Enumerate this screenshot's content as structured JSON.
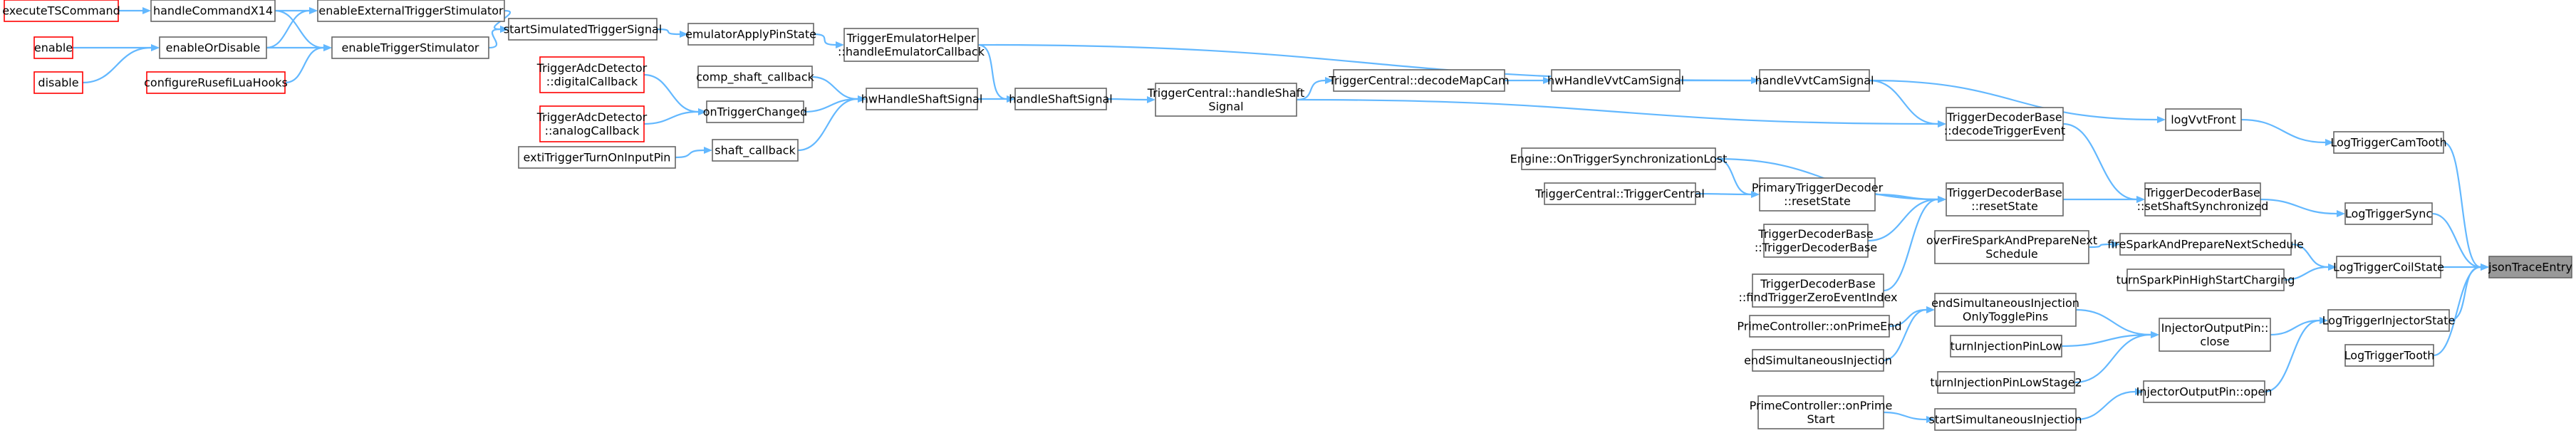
{
  "nodes": {
    "n_executeTSCommand": {
      "lines": [
        "executeTSCommand"
      ],
      "style": "red"
    },
    "n_enable": {
      "lines": [
        "enable"
      ],
      "style": "red"
    },
    "n_disable": {
      "lines": [
        "disable"
      ],
      "style": "red"
    },
    "n_handleCommandX14": {
      "lines": [
        "handleCommandX14"
      ],
      "style": "normal"
    },
    "n_enableOrDisable": {
      "lines": [
        "enableOrDisable"
      ],
      "style": "normal"
    },
    "n_configureRusefiLuaHooks": {
      "lines": [
        "configureRusefiLuaHooks"
      ],
      "style": "red"
    },
    "n_enableExternalTriggerStimulator": {
      "lines": [
        "enableExternalTriggerStimulator"
      ],
      "style": "normal"
    },
    "n_enableTriggerStimulator": {
      "lines": [
        "enableTriggerStimulator"
      ],
      "style": "normal"
    },
    "n_startSimulatedTriggerSignal": {
      "lines": [
        "startSimulatedTriggerSignal"
      ],
      "style": "normal"
    },
    "n_emulatorApplyPinState": {
      "lines": [
        "emulatorApplyPinState"
      ],
      "style": "normal"
    },
    "n_TriggerEmulatorHelper": {
      "lines": [
        "TriggerEmulatorHelper",
        "::handleEmulatorCallback"
      ],
      "style": "normal"
    },
    "n_TriggerAdcDetectorDigital": {
      "lines": [
        "TriggerAdcDetector",
        "::digitalCallback"
      ],
      "style": "red"
    },
    "n_TriggerAdcDetectorAnalog": {
      "lines": [
        "TriggerAdcDetector",
        "::analogCallback"
      ],
      "style": "red"
    },
    "n_comp_shaft_callback": {
      "lines": [
        "comp_shaft_callback"
      ],
      "style": "normal"
    },
    "n_onTriggerChanged": {
      "lines": [
        "onTriggerChanged"
      ],
      "style": "normal"
    },
    "n_extiTriggerTurnOnInputPin": {
      "lines": [
        "extiTriggerTurnOnInputPin"
      ],
      "style": "normal"
    },
    "n_shaft_callback": {
      "lines": [
        "shaft_callback"
      ],
      "style": "normal"
    },
    "n_hwHandleShaftSignal": {
      "lines": [
        "hwHandleShaftSignal"
      ],
      "style": "normal"
    },
    "n_handleShaftSignal": {
      "lines": [
        "handleShaftSignal"
      ],
      "style": "normal"
    },
    "n_TriggerCentralHandleShaft": {
      "lines": [
        "TriggerCentral::handleShaft",
        "Signal"
      ],
      "style": "normal"
    },
    "n_TriggerCentralDecodeMapCam": {
      "lines": [
        "TriggerCentral::decodeMapCam"
      ],
      "style": "normal"
    },
    "n_hwHandleVvtCamSignal": {
      "lines": [
        "hwHandleVvtCamSignal"
      ],
      "style": "normal"
    },
    "n_handleVvtCamSignal": {
      "lines": [
        "handleVvtCamSignal"
      ],
      "style": "normal"
    },
    "n_TriggerDecoderBaseDecode": {
      "lines": [
        "TriggerDecoderBase",
        "::decodeTriggerEvent"
      ],
      "style": "normal"
    },
    "n_EngineOnTriggerSync": {
      "lines": [
        "Engine::OnTriggerSynchronizationLost"
      ],
      "style": "normal"
    },
    "n_TriggerCentralTriggerCentral": {
      "lines": [
        "TriggerCentral::TriggerCentral"
      ],
      "style": "normal"
    },
    "n_PrimaryTriggerDecoderReset": {
      "lines": [
        "PrimaryTriggerDecoder",
        "::resetState"
      ],
      "style": "normal"
    },
    "n_TriggerDecoderBaseCtor": {
      "lines": [
        "TriggerDecoderBase",
        "::TriggerDecoderBase"
      ],
      "style": "normal"
    },
    "n_TriggerDecoderBaseFindZero": {
      "lines": [
        "TriggerDecoderBase",
        "::findTriggerZeroEventIndex"
      ],
      "style": "normal"
    },
    "n_TriggerDecoderBaseResetState": {
      "lines": [
        "TriggerDecoderBase",
        "::resetState"
      ],
      "style": "normal"
    },
    "n_overFireSpark": {
      "lines": [
        "overFireSparkAndPrepareNext",
        "Schedule"
      ],
      "style": "normal"
    },
    "n_TriggerDecoderBaseSetShaftSync": {
      "lines": [
        "TriggerDecoderBase",
        "::setShaftSynchronized"
      ],
      "style": "normal"
    },
    "n_logVvtFront": {
      "lines": [
        "logVvtFront"
      ],
      "style": "normal"
    },
    "n_fireSparkAndPrepareNextSchedule": {
      "lines": [
        "fireSparkAndPrepareNextSchedule"
      ],
      "style": "normal"
    },
    "n_turnSparkPinHighStartCharging": {
      "lines": [
        "turnSparkPinHighStartCharging"
      ],
      "style": "normal"
    },
    "n_endSimultaneousInjectionOnly": {
      "lines": [
        "endSimultaneousInjection",
        "OnlyTogglePins"
      ],
      "style": "normal"
    },
    "n_PrimeControllerOnPrimeEnd": {
      "lines": [
        "PrimeController::onPrimeEnd"
      ],
      "style": "normal"
    },
    "n_endSimultaneousInjection": {
      "lines": [
        "endSimultaneousInjection"
      ],
      "style": "normal"
    },
    "n_turnInjectionPinLow": {
      "lines": [
        "turnInjectionPinLow"
      ],
      "style": "normal"
    },
    "n_turnInjectionPinLowStage2": {
      "lines": [
        "turnInjectionPinLowStage2"
      ],
      "style": "normal"
    },
    "n_PrimeControllerOnPrimeStart": {
      "lines": [
        "PrimeController::onPrime",
        "Start"
      ],
      "style": "normal"
    },
    "n_startSimultaneousInjection": {
      "lines": [
        "startSimultaneousInjection"
      ],
      "style": "normal"
    },
    "n_InjectorOutputPinClose": {
      "lines": [
        "InjectorOutputPin::",
        "close"
      ],
      "style": "normal"
    },
    "n_InjectorOutputPinOpen": {
      "lines": [
        "InjectorOutputPin::open"
      ],
      "style": "normal"
    },
    "n_LogTriggerCamTooth": {
      "lines": [
        "LogTriggerCamTooth"
      ],
      "style": "normal"
    },
    "n_LogTriggerSync": {
      "lines": [
        "LogTriggerSync"
      ],
      "style": "normal"
    },
    "n_LogTriggerCoilState": {
      "lines": [
        "LogTriggerCoilState"
      ],
      "style": "normal"
    },
    "n_LogTriggerInjectorState": {
      "lines": [
        "LogTriggerInjectorState"
      ],
      "style": "normal"
    },
    "n_LogTriggerTooth": {
      "lines": [
        "LogTriggerTooth"
      ],
      "style": "normal"
    },
    "n_jsonTraceEntry": {
      "lines": [
        "jsonTraceEntry"
      ],
      "style": "focus"
    }
  },
  "edges": [
    [
      "n_executeTSCommand",
      "n_handleCommandX14"
    ],
    [
      "n_handleCommandX14",
      "n_enableExternalTriggerStimulator"
    ],
    [
      "n_handleCommandX14",
      "n_enableTriggerStimulator"
    ],
    [
      "n_enable",
      "n_enableOrDisable"
    ],
    [
      "n_disable",
      "n_enableOrDisable"
    ],
    [
      "n_enableOrDisable",
      "n_enableExternalTriggerStimulator"
    ],
    [
      "n_enableOrDisable",
      "n_enableTriggerStimulator"
    ],
    [
      "n_configureRusefiLuaHooks",
      "n_enableTriggerStimulator"
    ],
    [
      "n_enableExternalTriggerStimulator",
      "n_startSimulatedTriggerSignal"
    ],
    [
      "n_enableTriggerStimulator",
      "n_startSimulatedTriggerSignal"
    ],
    [
      "n_startSimulatedTriggerSignal",
      "n_emulatorApplyPinState"
    ],
    [
      "n_emulatorApplyPinState",
      "n_TriggerEmulatorHelper"
    ],
    [
      "n_TriggerEmulatorHelper",
      "n_handleShaftSignal"
    ],
    [
      "n_TriggerEmulatorHelper",
      "n_handleVvtCamSignal"
    ],
    [
      "n_TriggerAdcDetectorDigital",
      "n_onTriggerChanged"
    ],
    [
      "n_TriggerAdcDetectorAnalog",
      "n_onTriggerChanged"
    ],
    [
      "n_comp_shaft_callback",
      "n_hwHandleShaftSignal"
    ],
    [
      "n_onTriggerChanged",
      "n_hwHandleShaftSignal"
    ],
    [
      "n_extiTriggerTurnOnInputPin",
      "n_shaft_callback"
    ],
    [
      "n_shaft_callback",
      "n_hwHandleShaftSignal"
    ],
    [
      "n_hwHandleShaftSignal",
      "n_handleShaftSignal"
    ],
    [
      "n_handleShaftSignal",
      "n_TriggerCentralHandleShaft"
    ],
    [
      "n_TriggerCentralHandleShaft",
      "n_TriggerCentralDecodeMapCam"
    ],
    [
      "n_TriggerCentralHandleShaft",
      "n_TriggerDecoderBaseDecode"
    ],
    [
      "n_TriggerCentralDecodeMapCam",
      "n_hwHandleVvtCamSignal"
    ],
    [
      "n_hwHandleVvtCamSignal",
      "n_handleVvtCamSignal"
    ],
    [
      "n_handleVvtCamSignal",
      "n_TriggerDecoderBaseDecode"
    ],
    [
      "n_handleVvtCamSignal",
      "n_logVvtFront"
    ],
    [
      "n_TriggerDecoderBaseDecode",
      "n_TriggerDecoderBaseSetShaftSync"
    ],
    [
      "n_EngineOnTriggerSync",
      "n_TriggerDecoderBaseResetState"
    ],
    [
      "n_TriggerCentralTriggerCentral",
      "n_PrimaryTriggerDecoderReset"
    ],
    [
      "n_EngineOnTriggerSync",
      "n_PrimaryTriggerDecoderReset"
    ],
    [
      "n_PrimaryTriggerDecoderReset",
      "n_TriggerDecoderBaseResetState"
    ],
    [
      "n_TriggerDecoderBaseCtor",
      "n_TriggerDecoderBaseResetState"
    ],
    [
      "n_TriggerDecoderBaseFindZero",
      "n_TriggerDecoderBaseResetState"
    ],
    [
      "n_TriggerDecoderBaseResetState",
      "n_TriggerDecoderBaseSetShaftSync"
    ],
    [
      "n_overFireSpark",
      "n_fireSparkAndPrepareNextSchedule"
    ],
    [
      "n_TriggerDecoderBaseSetShaftSync",
      "n_LogTriggerSync"
    ],
    [
      "n_logVvtFront",
      "n_LogTriggerCamTooth"
    ],
    [
      "n_fireSparkAndPrepareNextSchedule",
      "n_LogTriggerCoilState"
    ],
    [
      "n_turnSparkPinHighStartCharging",
      "n_LogTriggerCoilState"
    ],
    [
      "n_endSimultaneousInjectionOnly",
      "n_InjectorOutputPinClose"
    ],
    [
      "n_PrimeControllerOnPrimeEnd",
      "n_endSimultaneousInjectionOnly"
    ],
    [
      "n_endSimultaneousInjection",
      "n_endSimultaneousInjectionOnly"
    ],
    [
      "n_turnInjectionPinLow",
      "n_InjectorOutputPinClose"
    ],
    [
      "n_turnInjectionPinLowStage2",
      "n_InjectorOutputPinClose"
    ],
    [
      "n_PrimeControllerOnPrimeStart",
      "n_startSimultaneousInjection"
    ],
    [
      "n_startSimultaneousInjection",
      "n_InjectorOutputPinOpen"
    ],
    [
      "n_InjectorOutputPinClose",
      "n_LogTriggerInjectorState"
    ],
    [
      "n_InjectorOutputPinOpen",
      "n_LogTriggerInjectorState"
    ],
    [
      "n_LogTriggerCamTooth",
      "n_jsonTraceEntry"
    ],
    [
      "n_LogTriggerSync",
      "n_jsonTraceEntry"
    ],
    [
      "n_LogTriggerCoilState",
      "n_jsonTraceEntry"
    ],
    [
      "n_LogTriggerInjectorState",
      "n_jsonTraceEntry"
    ],
    [
      "n_LogTriggerTooth",
      "n_jsonTraceEntry"
    ]
  ],
  "colors": {
    "edge": "#63b8ff",
    "node_border": "#666666",
    "caller_border": "#ff0000",
    "focus_fill": "#999999"
  }
}
